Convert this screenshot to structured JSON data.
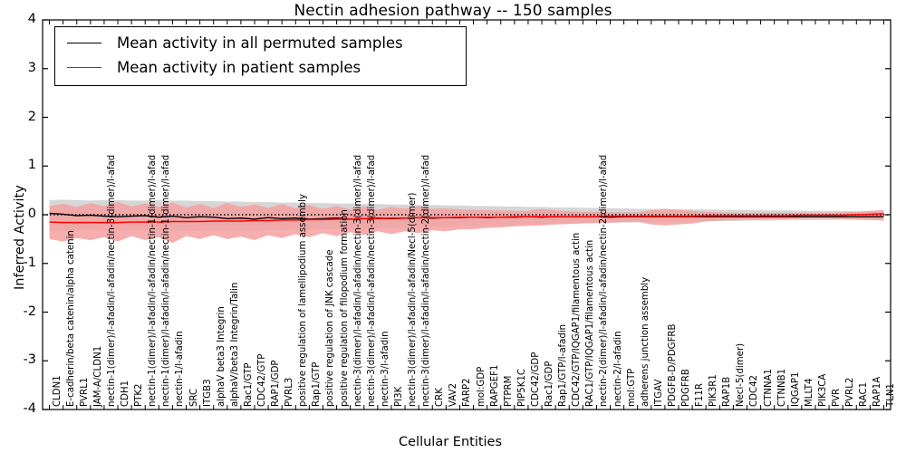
{
  "chart_data": {
    "type": "line",
    "title": "Nectin adhesion pathway -- 150 samples",
    "xlabel": "Cellular Entities",
    "ylabel": "Inferred Activity",
    "ylim": [
      -4,
      4
    ],
    "yticks": [
      "4",
      "3",
      "2",
      "1",
      "0",
      "-1",
      "-2",
      "-3",
      "-4"
    ],
    "grid": false,
    "legend_position": "upper left",
    "legend": [
      {
        "name": "Mean activity in all permuted samples",
        "color": "#000000"
      },
      {
        "name": "Mean activity in patient samples",
        "color": "#ff0000"
      }
    ],
    "categories": [
      "CLDN1",
      "E-cadherin/beta catenin/alpha catenin",
      "PVRL1",
      "JAM-A/CLDN1",
      "nectin-1(dimer)/l-afadin/l-afadin/nectin-3(dimer)/l-afad",
      "CDH1",
      "PTK2",
      "nectin-1(dimer)/l-afadin/l-afadin/nectin-1(dimer)/l-afad",
      "nectin-1(dimer)/l-afadin/l-afadin/nectin-1(dimer)/l-afad",
      "nectin-1/l-afadin",
      "SRC",
      "ITGB3",
      "alphaV beta3 Integrin",
      "alphaV/beta3 Integrin/Talin",
      "Rac1/GTP",
      "CDC42/GTP",
      "RAP1/GDP",
      "PVRL3",
      "positive regulation of lamellipodium assembly",
      "Rap1/GTP",
      "positive regulation of JNK cascade",
      "positive regulation of filopodium formation",
      "nectin-3(dimer)/l-afadin/l-afadin/nectin-3(dimer)/l-afad",
      "nectin-3(dimer)/l-afadin/l-afadin/nectin-3(dimer)/l-afad",
      "nectin-3/l-afadin",
      "PI3K",
      "nectin-3(dimer)/l-afadin/l-afadin/Necl-5(dimer)",
      "nectin-3(dimer)/l-afadin/l-afadin/nectin-2(dimer)/l-afad",
      "CRK",
      "VAV2",
      "FARP2",
      "mol:GDP",
      "RAPGEF1",
      "PTPRM",
      "PIP5K1C",
      "CDC42/GDP",
      "Rac1/GDP",
      "Rap1/GTP/l-afadin",
      "CDC42/GTP/IQGAP1/filamentous actin",
      "RAC1/GTP/IQGAP1/filamentous actin",
      "nectin-2(dimer)/l-afadin/l-afadin/nectin-2(dimer)/l-afad",
      "nectin-2/l-afadin",
      "mol:GTP",
      "adherens junction assembly",
      "ITGAV",
      "PDGFB-D/PDGFRB",
      "PDGFRB",
      "F11R",
      "PIK3R1",
      "RAP1B",
      "Necl-5(dimer)",
      "CDC42",
      "CTNNA1",
      "CTNNB1",
      "IQGAP1",
      "MLLT4",
      "PIK3CA",
      "PVR",
      "PVRL2",
      "RAC1",
      "RAP1A",
      "TLN1"
    ],
    "series": [
      {
        "name": "Mean activity in all permuted samples",
        "color": "#000000",
        "band_color": "#c8c8c8",
        "values": [
          0.03,
          0.01,
          -0.02,
          -0.01,
          -0.03,
          -0.04,
          -0.03,
          -0.02,
          -0.05,
          -0.03,
          -0.06,
          -0.04,
          -0.05,
          -0.08,
          -0.07,
          -0.09,
          -0.06,
          -0.08,
          -0.07,
          -0.09,
          -0.08,
          -0.07,
          -0.09,
          -0.08,
          -0.07,
          -0.08,
          -0.07,
          -0.06,
          -0.07,
          -0.06,
          -0.06,
          -0.05,
          -0.06,
          -0.05,
          -0.05,
          -0.04,
          -0.05,
          -0.04,
          -0.04,
          -0.04,
          -0.04,
          -0.05,
          -0.04,
          -0.04,
          -0.04,
          -0.04,
          -0.04,
          -0.04,
          -0.04,
          -0.04,
          -0.04,
          -0.04,
          -0.04,
          -0.04,
          -0.04,
          -0.04,
          -0.04,
          -0.04,
          -0.04,
          -0.04,
          -0.04,
          -0.04
        ],
        "band_lower": [
          -0.32,
          -0.34,
          -0.33,
          -0.31,
          -0.33,
          -0.34,
          -0.33,
          -0.32,
          -0.34,
          -0.33,
          -0.34,
          -0.33,
          -0.32,
          -0.33,
          -0.32,
          -0.33,
          -0.31,
          -0.32,
          -0.3,
          -0.31,
          -0.3,
          -0.29,
          -0.3,
          -0.29,
          -0.28,
          -0.28,
          -0.27,
          -0.26,
          -0.26,
          -0.25,
          -0.24,
          -0.23,
          -0.23,
          -0.22,
          -0.21,
          -0.2,
          -0.2,
          -0.19,
          -0.18,
          -0.18,
          -0.17,
          -0.17,
          -0.16,
          -0.16,
          -0.15,
          -0.15,
          -0.14,
          -0.14,
          -0.13,
          -0.13,
          -0.13,
          -0.12,
          -0.12,
          -0.12,
          -0.11,
          -0.11,
          -0.11,
          -0.11,
          -0.1,
          -0.1,
          -0.1,
          -0.1
        ],
        "band_upper": [
          0.3,
          0.31,
          0.3,
          0.29,
          0.3,
          0.3,
          0.29,
          0.29,
          0.3,
          0.29,
          0.29,
          0.28,
          0.28,
          0.27,
          0.27,
          0.26,
          0.26,
          0.25,
          0.25,
          0.24,
          0.24,
          0.23,
          0.23,
          0.22,
          0.22,
          0.21,
          0.21,
          0.2,
          0.2,
          0.19,
          0.19,
          0.18,
          0.18,
          0.17,
          0.17,
          0.16,
          0.16,
          0.15,
          0.15,
          0.14,
          0.14,
          0.13,
          0.13,
          0.12,
          0.12,
          0.12,
          0.11,
          0.11,
          0.11,
          0.1,
          0.1,
          0.1,
          0.09,
          0.09,
          0.09,
          0.08,
          0.08,
          0.08,
          0.08,
          0.07,
          0.07,
          0.07
        ]
      },
      {
        "name": "Mean activity in patient samples",
        "color": "#ff0000",
        "band_color": "#f4a0a0",
        "values": [
          -0.15,
          -0.16,
          -0.16,
          -0.16,
          -0.16,
          -0.16,
          -0.15,
          -0.15,
          -0.15,
          -0.14,
          -0.14,
          -0.14,
          -0.13,
          -0.13,
          -0.13,
          -0.12,
          -0.12,
          -0.11,
          -0.11,
          -0.1,
          -0.1,
          -0.09,
          -0.09,
          -0.08,
          -0.08,
          -0.07,
          -0.07,
          -0.06,
          -0.06,
          -0.06,
          -0.05,
          -0.05,
          -0.05,
          -0.05,
          -0.04,
          -0.04,
          -0.04,
          -0.04,
          -0.04,
          -0.04,
          -0.04,
          -0.03,
          -0.03,
          -0.03,
          -0.03,
          -0.03,
          -0.03,
          -0.03,
          -0.02,
          -0.02,
          -0.02,
          -0.02,
          -0.02,
          -0.02,
          -0.02,
          -0.01,
          -0.01,
          -0.01,
          -0.01,
          0.0,
          0.01,
          0.02
        ],
        "band_lower": [
          -0.5,
          -0.55,
          -0.48,
          -0.52,
          -0.46,
          -0.55,
          -0.44,
          -0.52,
          -0.46,
          -0.58,
          -0.44,
          -0.5,
          -0.42,
          -0.5,
          -0.45,
          -0.52,
          -0.42,
          -0.48,
          -0.4,
          -0.46,
          -0.38,
          -0.44,
          -0.36,
          -0.42,
          -0.34,
          -0.4,
          -0.34,
          -0.38,
          -0.32,
          -0.34,
          -0.3,
          -0.3,
          -0.27,
          -0.26,
          -0.24,
          -0.23,
          -0.22,
          -0.2,
          -0.19,
          -0.18,
          -0.17,
          -0.16,
          -0.15,
          -0.14,
          -0.2,
          -0.22,
          -0.2,
          -0.18,
          -0.14,
          -0.12,
          -0.11,
          -0.1,
          -0.1,
          -0.09,
          -0.09,
          -0.08,
          -0.08,
          -0.08,
          -0.09,
          -0.1,
          -0.11,
          -0.12
        ],
        "band_upper": [
          0.18,
          0.22,
          0.16,
          0.24,
          0.18,
          0.26,
          0.17,
          0.23,
          0.16,
          0.25,
          0.15,
          0.22,
          0.14,
          0.24,
          0.16,
          0.21,
          0.14,
          0.22,
          0.13,
          0.2,
          0.12,
          0.18,
          0.11,
          0.17,
          0.1,
          0.16,
          0.12,
          0.18,
          0.12,
          0.13,
          0.11,
          0.1,
          0.09,
          0.09,
          0.08,
          0.08,
          0.12,
          0.09,
          0.07,
          0.06,
          0.06,
          0.05,
          0.05,
          0.05,
          0.09,
          0.11,
          0.1,
          0.08,
          0.06,
          0.05,
          0.04,
          0.04,
          0.04,
          0.04,
          0.04,
          0.04,
          0.04,
          0.04,
          0.05,
          0.06,
          0.08,
          0.1
        ]
      }
    ],
    "dotted_reference": {
      "name": "zero-reference",
      "value": 0.0,
      "color": "#000000"
    }
  }
}
